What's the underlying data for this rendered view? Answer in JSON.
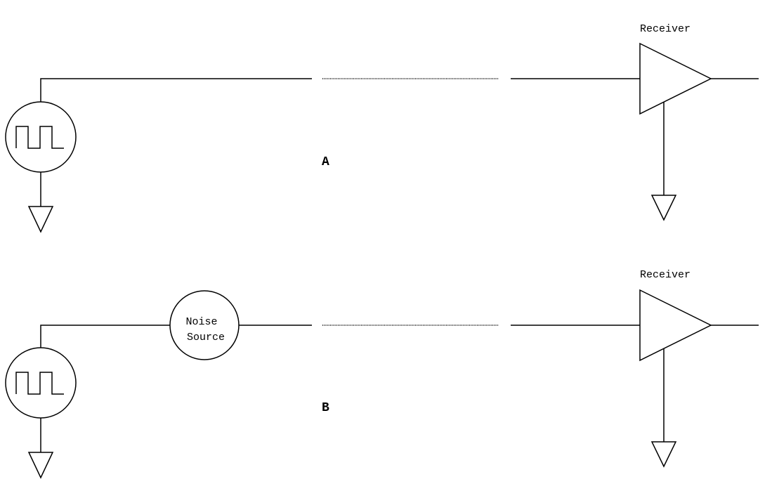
{
  "panels": [
    {
      "id": "A",
      "label": "A",
      "receiver_label": "Receiver",
      "has_noise_source": false
    },
    {
      "id": "B",
      "label": "B",
      "receiver_label": "Receiver",
      "has_noise_source": true,
      "noise_source_label_line1": "Noise",
      "noise_source_label_line2": "Source"
    }
  ],
  "icons": {
    "signal_source": "square-wave-generator-icon",
    "ground": "ground-icon",
    "receiver": "amplifier-triangle-icon",
    "noise_source": "noise-source-circle-icon"
  }
}
